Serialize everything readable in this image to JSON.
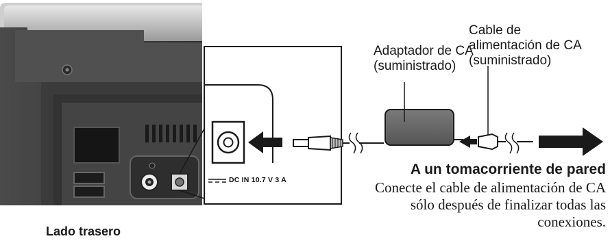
{
  "labels": {
    "adapter": [
      "Adaptador de CA",
      "(suministrado)"
    ],
    "power_cable": [
      "Cable de",
      "alimentación de CA",
      "(suministrado)"
    ],
    "to_outlet": "A un tomacorriente de pared",
    "note": [
      "Conecte el cable de alimentación de CA",
      "sólo después de finalizar todas las",
      "conexiones."
    ],
    "rear_side": "Lado trasero",
    "dc_in": "DC IN 10.7 V 3 A"
  },
  "colors": {
    "printer_dark": "#3a3a3a",
    "printer_mid": "#555555",
    "printer_light": "#a8a8a8",
    "adapter_body": "#6a6a6a",
    "arrow": "#1a1a1a",
    "text": "#1a1a1a"
  },
  "icons": {
    "direction_arrow": "arrow-left",
    "outlet_arrow": "arrow-right"
  }
}
